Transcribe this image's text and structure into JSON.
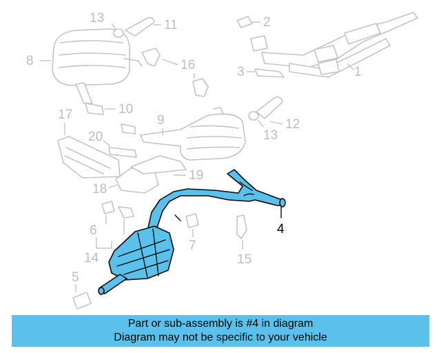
{
  "diagram": {
    "callouts": [
      "1",
      "2",
      "3",
      "4",
      "5",
      "6",
      "7",
      "8",
      "9",
      "10",
      "11",
      "12",
      "13",
      "13",
      "14",
      "15",
      "16",
      "17",
      "18",
      "19",
      "20"
    ],
    "highlighted_callout": "4",
    "colors": {
      "highlight": "#5bc0ea",
      "ghost_stroke": "#c4c4c4",
      "callout_text": "#bdbdbd"
    }
  },
  "banner": {
    "line1": "Part or sub-assembly is #4 in diagram",
    "line2": "Diagram may not be specific to your vehicle"
  }
}
